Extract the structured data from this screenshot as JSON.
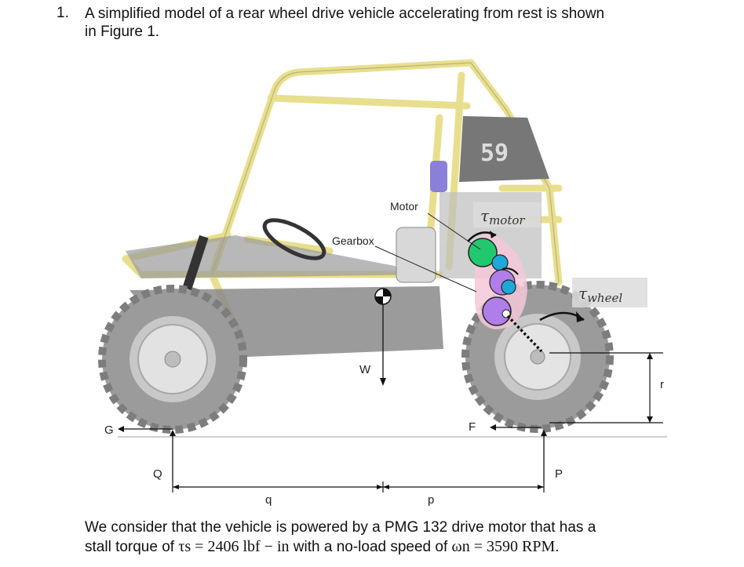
{
  "question": {
    "number": "1.",
    "line1": "A simplified model of a rear wheel drive vehicle accelerating from rest is shown",
    "line2": "in Figure 1."
  },
  "figure": {
    "vehicle_number": "59",
    "labels": {
      "motor": "Motor",
      "gearbox": "Gearbox",
      "tau_motor_symbol": "τ",
      "tau_motor_sub": "motor",
      "tau_wheel_symbol": "τ",
      "tau_wheel_sub": "wheel",
      "W": "W",
      "G": "G",
      "F": "F",
      "Q": "Q",
      "P": "P",
      "q": "q",
      "p": "p",
      "r": "r"
    }
  },
  "statement": {
    "line1": "We consider that the vehicle is powered by a PMG 132 drive motor that has a",
    "line2_prefix": "stall torque of ",
    "tau_s": "τs = 2406 lbf − in",
    "line2_mid": " with a no-load speed of ",
    "omega_n": "ωn = 3590 RPM",
    "line2_suffix": "."
  }
}
